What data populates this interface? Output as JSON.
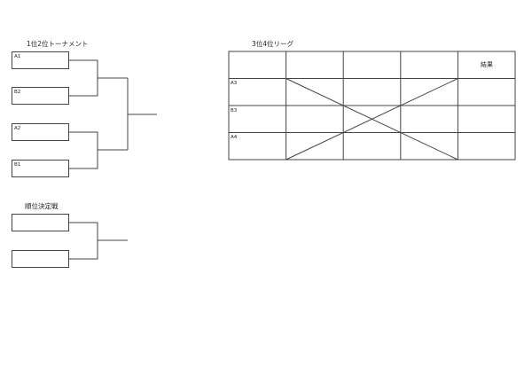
{
  "tournament": {
    "title": "1位2位トーナメント",
    "slots": [
      "A1",
      "B2",
      "A2",
      "B1"
    ]
  },
  "placement": {
    "title": "順位決定戦",
    "slots": [
      "",
      ""
    ]
  },
  "league": {
    "title": "3位4位リーグ",
    "result_header": "結果",
    "rows": [
      "A3",
      "B3",
      "A4"
    ]
  }
}
